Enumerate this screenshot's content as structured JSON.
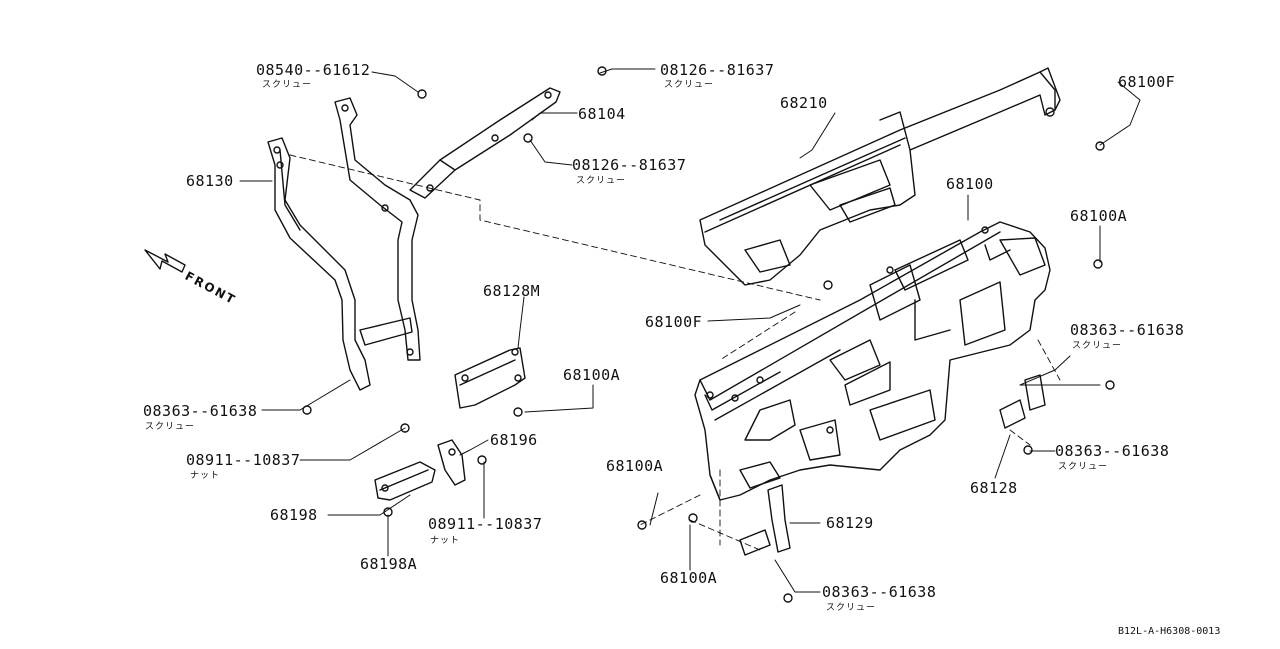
{
  "diagram": {
    "front_label": "FRONT",
    "footer": "B12L-A-H6308-0013",
    "parts": [
      {
        "id": "p1",
        "number": "08540--61612",
        "sub": "スクリュー"
      },
      {
        "id": "p2",
        "number": "08126--81637",
        "sub": "スクリュー"
      },
      {
        "id": "p3",
        "number": "68104",
        "sub": ""
      },
      {
        "id": "p4",
        "number": "08126--81637",
        "sub": "スクリュー"
      },
      {
        "id": "p5",
        "number": "68210",
        "sub": ""
      },
      {
        "id": "p6",
        "number": "68100F",
        "sub": ""
      },
      {
        "id": "p7",
        "number": "68130",
        "sub": ""
      },
      {
        "id": "p8",
        "number": "68100",
        "sub": ""
      },
      {
        "id": "p9",
        "number": "68100A",
        "sub": ""
      },
      {
        "id": "p10",
        "number": "68128M",
        "sub": ""
      },
      {
        "id": "p11",
        "number": "68100F",
        "sub": ""
      },
      {
        "id": "p12",
        "number": "08363--61638",
        "sub": "スクリュー"
      },
      {
        "id": "p13",
        "number": "68100A",
        "sub": ""
      },
      {
        "id": "p14",
        "number": "08363--61638",
        "sub": "スクリュー"
      },
      {
        "id": "p15",
        "number": "68196",
        "sub": ""
      },
      {
        "id": "p16",
        "number": "08911--10837",
        "sub": "ナット"
      },
      {
        "id": "p17",
        "number": "08363--61638",
        "sub": "スクリュー"
      },
      {
        "id": "p18",
        "number": "68100A",
        "sub": ""
      },
      {
        "id": "p19",
        "number": "68128",
        "sub": ""
      },
      {
        "id": "p20",
        "number": "68198",
        "sub": ""
      },
      {
        "id": "p21",
        "number": "08911--10837",
        "sub": "ナット"
      },
      {
        "id": "p22",
        "number": "68129",
        "sub": ""
      },
      {
        "id": "p23",
        "number": "68198A",
        "sub": ""
      },
      {
        "id": "p24",
        "number": "68100A",
        "sub": ""
      },
      {
        "id": "p25",
        "number": "08363--61638",
        "sub": "スクリュー"
      }
    ]
  }
}
